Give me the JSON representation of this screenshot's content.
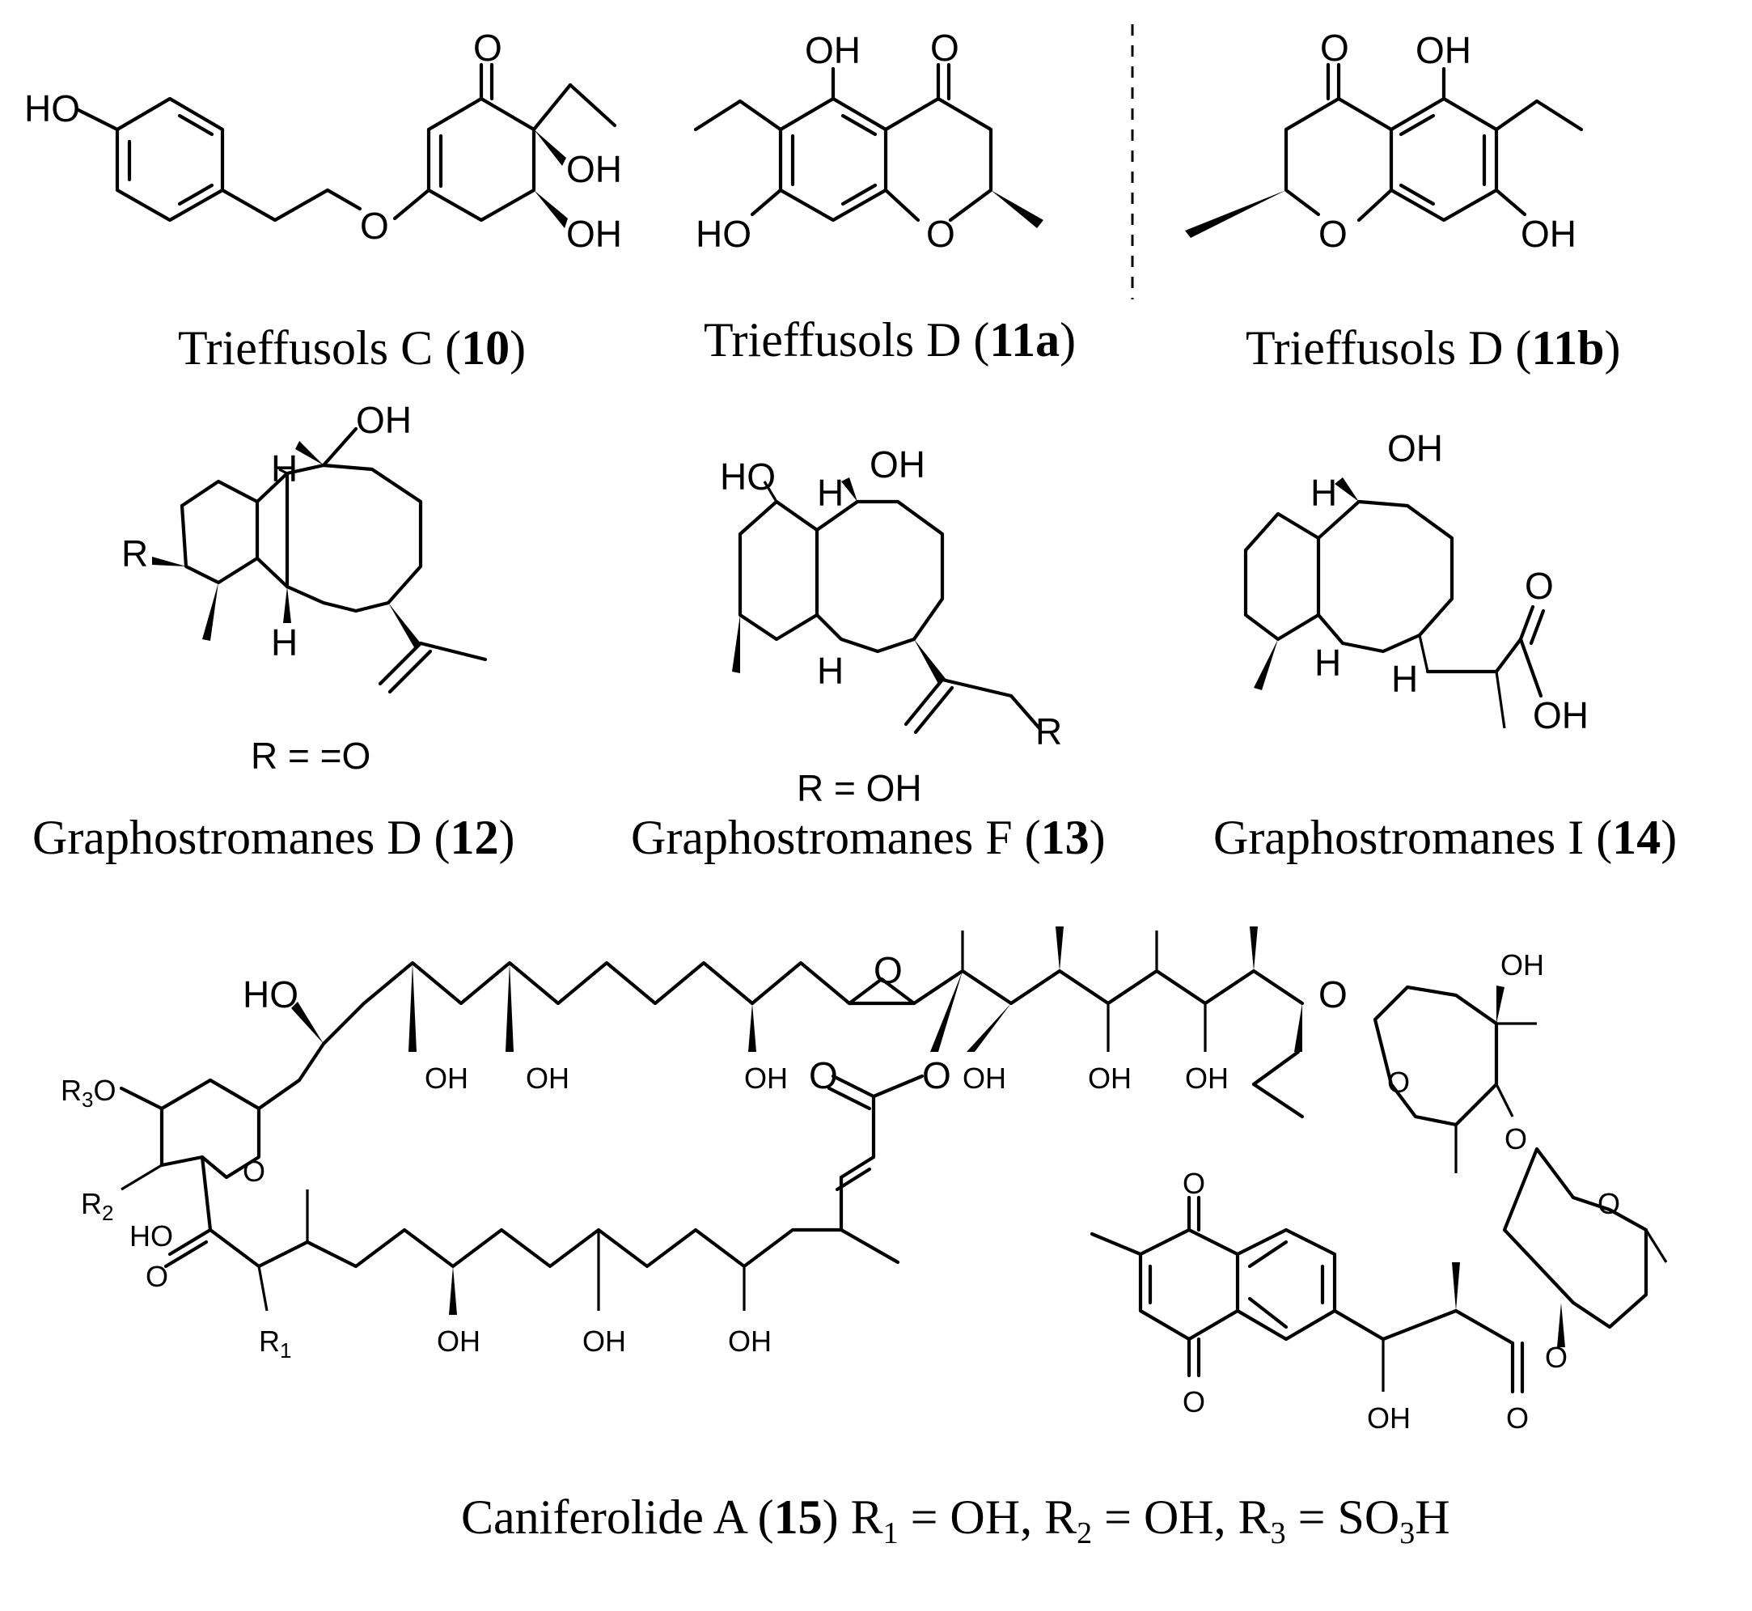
{
  "compounds": {
    "c10": {
      "caption": "Trieffusols C (",
      "number": "10",
      "close": ")"
    },
    "c11a": {
      "caption": "Trieffusols D (",
      "number": "11a",
      "close": ")"
    },
    "c11b": {
      "caption": "Trieffusols D (",
      "number": "11b",
      "close": ")"
    },
    "c12": {
      "caption": "Graphostromanes D (",
      "number": "12",
      "close": ")",
      "r_def": "R = =O"
    },
    "c13": {
      "caption": "Graphostromanes F (",
      "number": "13",
      "close": ")",
      "r_def": "R = OH"
    },
    "c14": {
      "caption": "Graphostromanes I (",
      "number": "14",
      "close": ")"
    },
    "c15": {
      "caption": "Caniferolide A (",
      "number": "15",
      "close": ")",
      "r1": "R",
      "r1_sub": "1",
      "r1_val": " = OH, ",
      "r2": "R",
      "r2_sub": "2",
      "r2_val": " = OH, ",
      "r3": "R",
      "r3_sub": "3",
      "r3_val": " = SO",
      "r3_sub2": "3",
      "r3_end": "H"
    }
  },
  "atoms": {
    "OH": "OH",
    "HO": "HO",
    "O": "O",
    "H": "H",
    "R": "R",
    "R1": "R",
    "R2": "R",
    "R3": "R",
    "sub1": "1",
    "sub2": "2",
    "sub3": "3"
  }
}
